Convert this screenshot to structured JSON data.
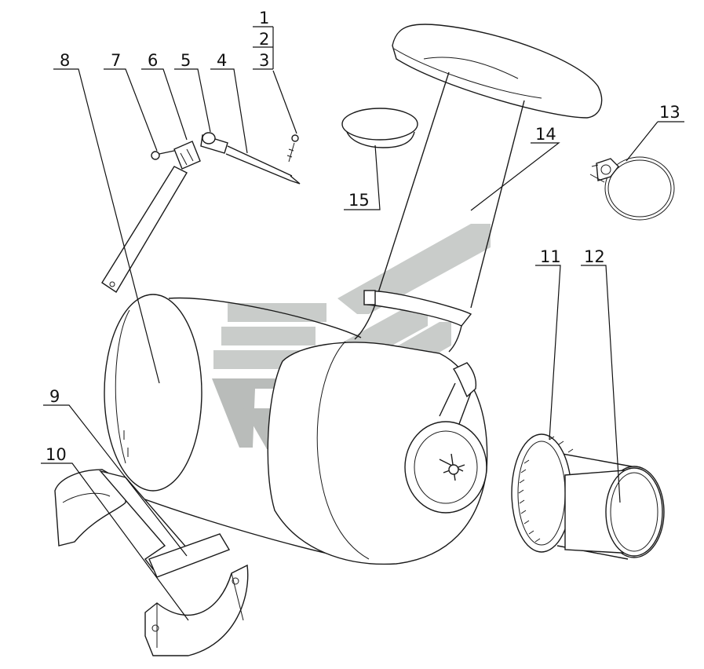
{
  "labels": {
    "n1": "1",
    "n2": "2",
    "n3": "3",
    "n4": "4",
    "n5": "5",
    "n6": "6",
    "n7": "7",
    "n8": "8",
    "n9": "9",
    "n10": "10",
    "n11": "11",
    "n12": "12",
    "n13": "13",
    "n14": "14",
    "n15": "15"
  }
}
